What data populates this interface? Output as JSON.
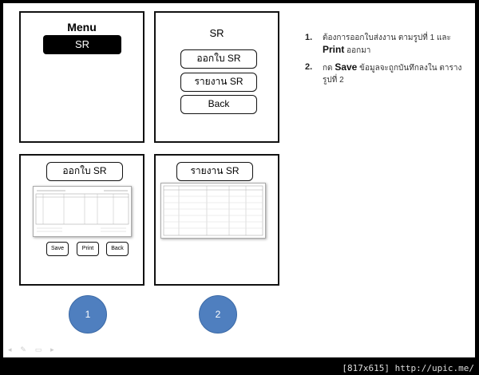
{
  "panel1": {
    "title": "Menu",
    "button": "SR"
  },
  "panel2": {
    "title": "SR",
    "buttons": [
      "ออกใบ SR",
      "รายงาน SR",
      "Back"
    ]
  },
  "panel3": {
    "title": "ออกใบ SR",
    "buttons": [
      "Save",
      "Print",
      "Back"
    ]
  },
  "panel4": {
    "title": "รายงาน SR"
  },
  "circles": [
    "1",
    "2"
  ],
  "instructions": [
    {
      "num": "1.",
      "text_before": "ต้องการออกใบส่งงาน ตามรูปที่ 1 และ",
      "bold": "Print",
      "text_after": " ออกมา"
    },
    {
      "num": "2.",
      "text_before": "กด ",
      "bold": "Save",
      "text_after": " ข้อมูลจะถูกบันทึกลงใน ตาราง รูปที่ 2"
    }
  ],
  "watermark": "[817x615] http://upic.me/",
  "colors": {
    "circle": "#4f7fbf",
    "background": "#000000"
  }
}
